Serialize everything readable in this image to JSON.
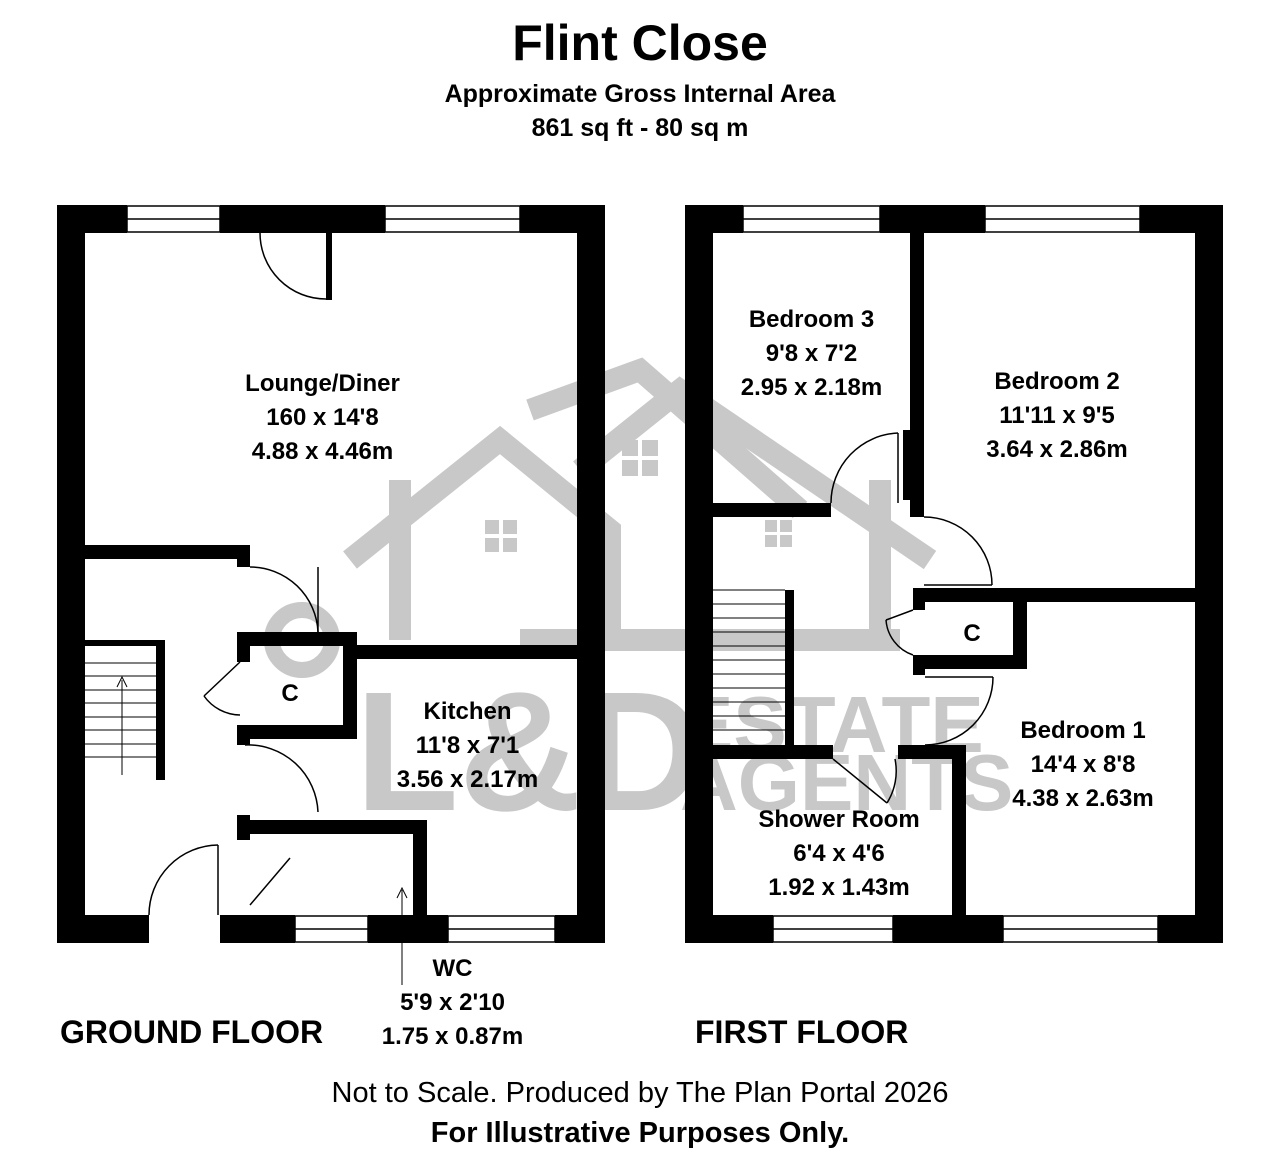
{
  "header": {
    "title": "Flint Close",
    "subtitle": "Approximate Gross Internal Area",
    "area": "861 sq ft - 80 sq m"
  },
  "ground_floor": {
    "label": "GROUND FLOOR",
    "rooms": {
      "lounge": {
        "name": "Lounge/Diner",
        "imperial": "160 x 14'8",
        "metric": "4.88 x 4.46m"
      },
      "kitchen": {
        "name": "Kitchen",
        "imperial": "11'8 x 7'1",
        "metric": "3.56 x 2.17m"
      },
      "wc": {
        "name": "WC",
        "imperial": "5'9 x 2'10",
        "metric": "1.75 x 0.87m"
      }
    },
    "cupboard_label": "C"
  },
  "first_floor": {
    "label": "FIRST FLOOR",
    "rooms": {
      "bedroom3": {
        "name": "Bedroom 3",
        "imperial": "9'8 x 7'2",
        "metric": "2.95 x 2.18m"
      },
      "bedroom2": {
        "name": "Bedroom 2",
        "imperial": "11'11 x 9'5",
        "metric": "3.64 x 2.86m"
      },
      "bedroom1": {
        "name": "Bedroom 1",
        "imperial": "14'4 x 8'8",
        "metric": "4.38 x 2.63m"
      },
      "shower": {
        "name": "Shower Room",
        "imperial": "6'4 x 4'6",
        "metric": "1.92 x 1.43m"
      }
    },
    "cupboard_label": "C"
  },
  "watermark": {
    "brand": "L&D",
    "line1": "ESTATE",
    "line2": "AGENTS"
  },
  "footer": {
    "line1": "Not to Scale. Produced by The Plan Portal 2026",
    "line2": "For Illustrative Purposes Only."
  },
  "colors": {
    "wall": "#000000",
    "watermark": "#c8c8c8",
    "background": "#ffffff"
  }
}
